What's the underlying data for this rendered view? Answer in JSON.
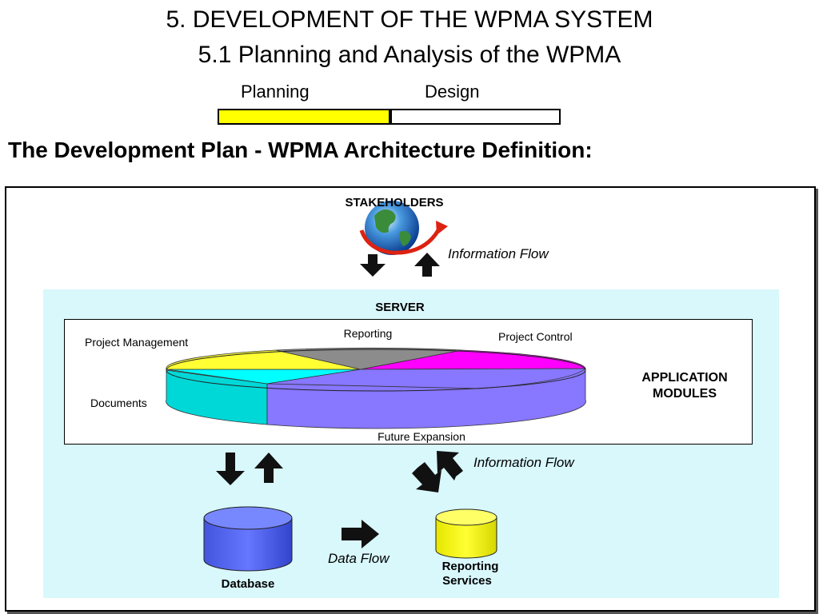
{
  "header": {
    "title": "5. DEVELOPMENT OF THE WPMA SYSTEM",
    "subtitle": "5.1 Planning and Analysis of the WPMA"
  },
  "progress": {
    "stage_a": "Planning",
    "stage_b": "Design",
    "fraction": 0.5,
    "fill_color": "#ffff00"
  },
  "heading": "The Development Plan - WPMA Architecture Definition:",
  "diagram": {
    "stakeholders": "STAKEHOLDERS",
    "flow_top": "Information Flow",
    "server": "SERVER",
    "modules_line1": "APPLICATION",
    "modules_line2": "MODULES",
    "slices": {
      "project_management": "Project Management",
      "reporting": "Reporting",
      "project_control": "Project Control",
      "documents": "Documents",
      "future_expansion": "Future Expansion"
    },
    "flow_mid": "Information Flow",
    "data_flow": "Data Flow",
    "database": "Database",
    "reporting_services_line1": "Reporting",
    "reporting_services_line2": "Services",
    "colors": {
      "server_bg": "#d8f8fc",
      "project_management": "#ffff33",
      "reporting": "#8c8c8c",
      "project_control": "#ff00ff",
      "documents": "#00ffff",
      "future_expansion": "#8877ff",
      "database": "#5566ee",
      "reporting_services": "#ffff00"
    }
  }
}
